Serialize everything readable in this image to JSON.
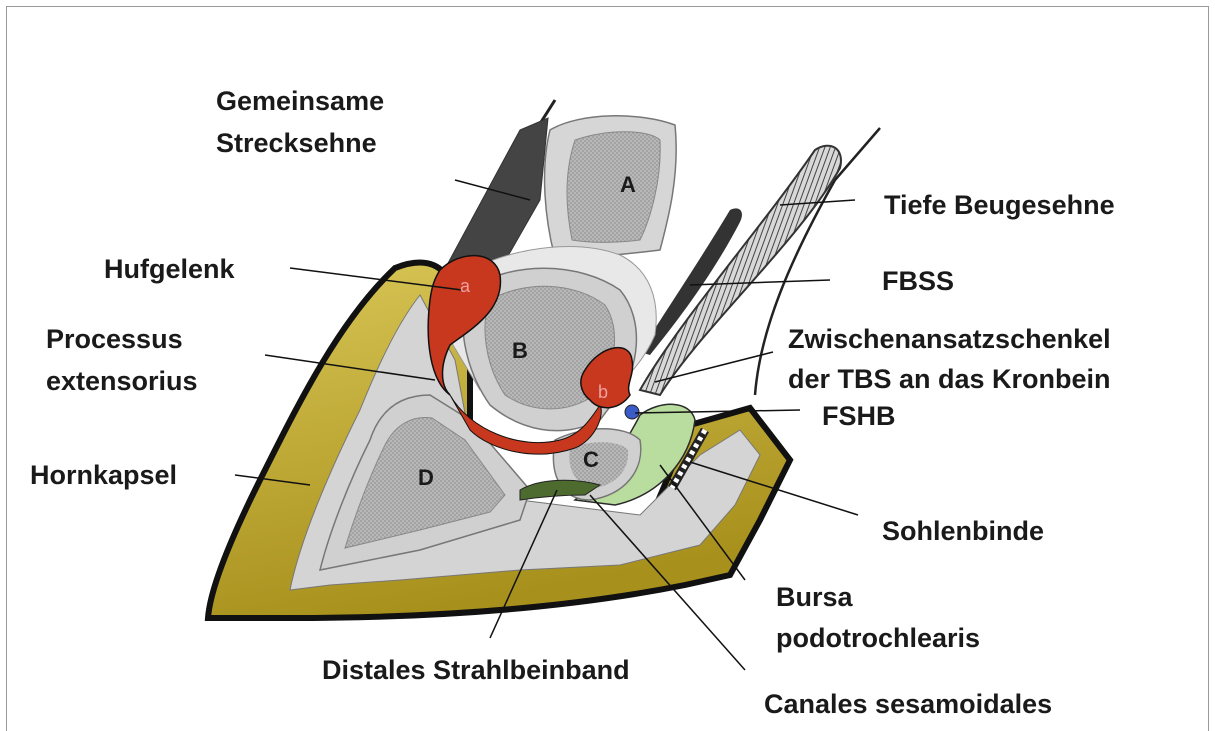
{
  "labels": {
    "gemeinsame_1": "Gemeinsame",
    "gemeinsame_2": "Strecksehne",
    "tiefe": "Tiefe Beugesehne",
    "hufgelenk": "Hufgelenk",
    "fbss": "FBSS",
    "processus_1": "Processus",
    "processus_2": "extensorius",
    "zwischen_1": "Zwischenansatzschenkel",
    "zwischen_2": "der TBS an das Kronbein",
    "fshb": "FSHB",
    "hornkapsel": "Hornkapsel",
    "sohlenbinde": "Sohlenbinde",
    "bursa_1": "Bursa",
    "bursa_2": "podotrochlearis",
    "distales": "Distales Strahlbeinband",
    "canales": "Canales sesamoidales"
  },
  "bones": {
    "A": "A",
    "B": "B",
    "C": "C",
    "D": "D",
    "a": "a",
    "b": "b"
  },
  "colors": {
    "hoof": "#c9b233",
    "bone_outer": "#c8c8c8",
    "bone_inner": "#9a9a9a",
    "joint": "#c8381e",
    "tendon": "#555555",
    "bursa": "#a8d08d"
  }
}
